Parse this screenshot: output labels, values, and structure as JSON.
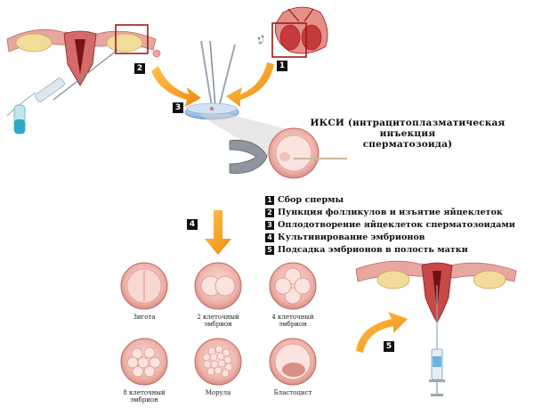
{
  "steps": {
    "step1": "1",
    "step2": "2",
    "step3": "3",
    "step4": "4",
    "step5": "5"
  },
  "icsi_title": {
    "line1": "ИКСИ (интрацитоплазматическая инъекция",
    "line2": "сперматозоида)"
  },
  "legend": [
    {
      "num": "1",
      "text": "Сбор спермы"
    },
    {
      "num": "2",
      "text": "Пункция фолликулов и изъятие яйцеклеток"
    },
    {
      "num": "3",
      "text": "Оплодотворение яйцеклеток сперматозоидами"
    },
    {
      "num": "4",
      "text": "Культивирование эмбрионов"
    },
    {
      "num": "5",
      "text": "Подсадка эмбрионов в полость матки"
    }
  ],
  "cells": {
    "zygote": {
      "line1": "Зигота",
      "line2": ""
    },
    "two_cell": {
      "line1": "2 клеточный",
      "line2": "эмбрион"
    },
    "four_cell": {
      "line1": "4 клеточный",
      "line2": "эмбрион"
    },
    "eight_cell": {
      "line1": "8 клеточный",
      "line2": "эмбрион"
    },
    "morula": {
      "line1": "Морула",
      "line2": ""
    },
    "blastocyst": {
      "line1": "Бластоцист",
      "line2": ""
    }
  },
  "colors": {
    "arrow": "#f5a01a",
    "tissue": "#e8a39a",
    "tissue_dark": "#9b1b1b",
    "ovary": "#f2dc9a",
    "dish": "#a8c8ea",
    "cell_outer": "#e2a098",
    "cell_inner": "#f7d7d2"
  }
}
